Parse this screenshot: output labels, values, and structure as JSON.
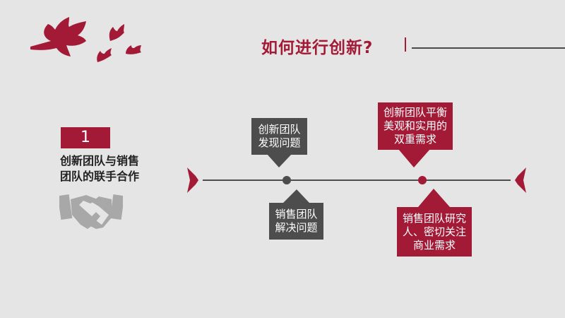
{
  "title": "如何进行创新?",
  "section": {
    "number": "1",
    "heading_lines": [
      "创新团队与销售",
      "团队的联手合作"
    ]
  },
  "timeline": {
    "cards": {
      "gray_top": [
        "创新团队",
        "发现问题"
      ],
      "gray_bottom": [
        "销售团队",
        "解决问题"
      ],
      "red_top": [
        "创新团队平衡",
        "美观和实用的",
        "双重需求"
      ],
      "red_bottom": [
        "销售团队研究",
        "人、密切关注",
        "商业需求"
      ]
    }
  },
  "colors": {
    "accent": "#a31a37",
    "dark": "#4d4d4d",
    "background": "#e6e5e5",
    "icon_gray": "#a8a8a8"
  },
  "icons": [
    "leaf-icon",
    "handshake-icon",
    "arrowhead-icon"
  ]
}
